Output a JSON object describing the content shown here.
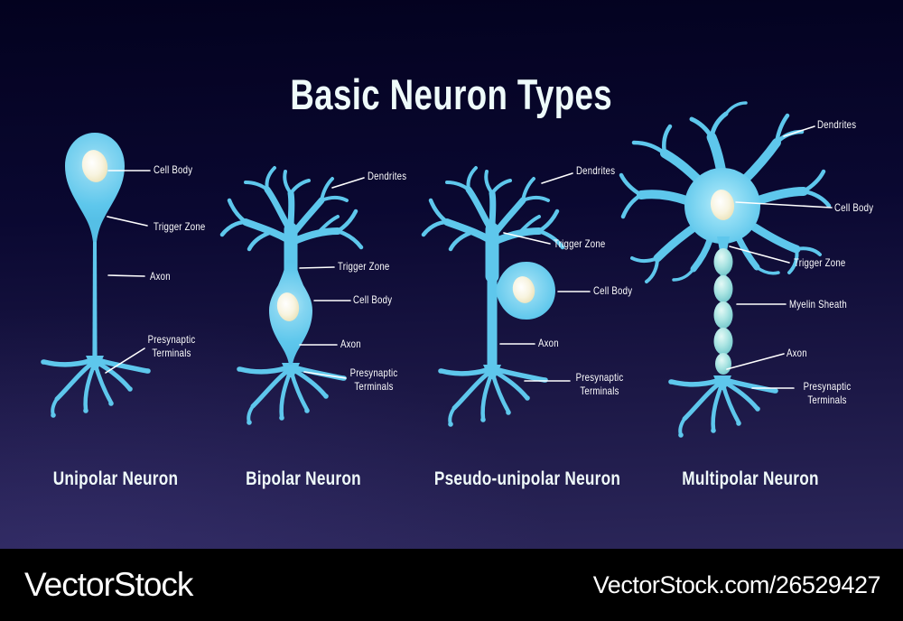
{
  "title": "Basic Neuron Types",
  "neurons": [
    {
      "name": "Unipolar Neuron",
      "labels": [
        "Cell Body",
        "Trigger Zone",
        "Axon",
        "Presynaptic Terminals"
      ]
    },
    {
      "name": "Bipolar Neuron",
      "labels": [
        "Dendrites",
        "Trigger Zone",
        "Cell Body",
        "Axon",
        "Presynaptic Terminals"
      ]
    },
    {
      "name": "Pseudo-unipolar Neuron",
      "labels": [
        "Dendrites",
        "Trigger Zone",
        "Cell Body",
        "Axon",
        "Presynaptic Terminals"
      ]
    },
    {
      "name": "Multipolar Neuron",
      "labels": [
        "Dendrites",
        "Cell Body",
        "Trigger Zone",
        "Myelin Sheath",
        "Axon",
        "Presynaptic Terminals"
      ]
    }
  ],
  "watermark": {
    "logo_left": "VectorStock",
    "logo_right": "VectorStock.com/26529427"
  },
  "colors": {
    "background_top": "#03021f",
    "background_bottom": "#2b2659",
    "neuron_blue": "#5ec7ec",
    "soma_glow": "#c6effa",
    "myelin_teal": "#8fd9da",
    "nucleus_cream": "#f2edcc",
    "label_white": "#ffffff",
    "title_color": "#eefbfa",
    "footer_black": "#000000"
  }
}
